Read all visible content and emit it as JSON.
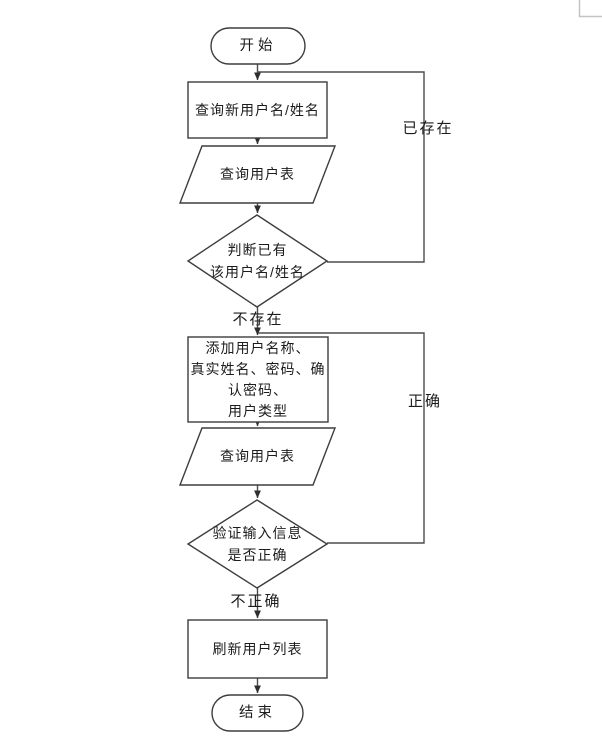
{
  "flowchart": {
    "nodes": {
      "start": {
        "type": "terminator",
        "label": "开始"
      },
      "query_new_user": {
        "type": "process",
        "label": "查询新用户名/姓名"
      },
      "query_user_table_1": {
        "type": "data",
        "label": "查询用户表"
      },
      "check_exists": {
        "type": "decision",
        "label": "判断已有\n该用户名/姓名"
      },
      "add_user_fields": {
        "type": "process",
        "label": "添加用户名称、\n真实姓名、密码、确\n认密码、\n用户类型"
      },
      "query_user_table_2": {
        "type": "data",
        "label": "查询用户表"
      },
      "verify_input": {
        "type": "decision",
        "label": "验证输入信息\n是否正确"
      },
      "refresh_user_list": {
        "type": "process",
        "label": "刷新用户列表"
      },
      "end": {
        "type": "terminator",
        "label": "结束"
      }
    },
    "edge_labels": {
      "exists": "已存在",
      "not_exists": "不存在",
      "correct": "正确",
      "incorrect": "不正确"
    },
    "colors": {
      "shape_stroke": "#3d3d3d",
      "connector_stroke": "#4d4d4d",
      "arrow_fill": "#2e2e2e",
      "page_corner": "#c4c4c4"
    }
  }
}
